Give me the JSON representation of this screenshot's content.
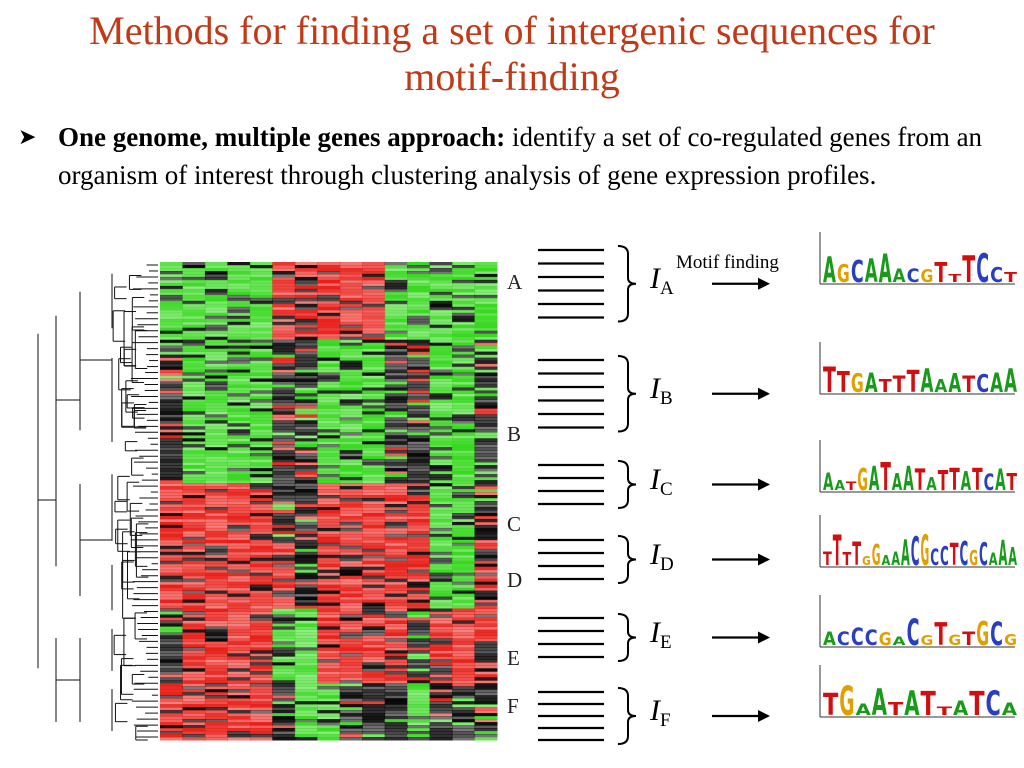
{
  "title": {
    "line1": "Methods for finding a set of intergenic sequences for",
    "line2": "motif-finding"
  },
  "bullet": {
    "bold": "One genome, multiple genes approach:",
    "text": " identify a set of co-regulated genes from an organism of interest through clustering analysis of gene expression profiles."
  },
  "motif_label": "Motif finding",
  "clusters": [
    {
      "letter": "A",
      "label": "I",
      "sub": "A",
      "motif": [
        [
          "A",
          "#1a9a1a"
        ],
        [
          "G",
          "#e0a000"
        ],
        [
          "C",
          "#2a3fc0"
        ],
        [
          "A",
          "#1a9a1a"
        ],
        [
          "A",
          "#1a9a1a"
        ],
        [
          "A",
          "#1a9a1a"
        ],
        [
          "C",
          "#2a3fc0"
        ],
        [
          "G",
          "#e0a000"
        ],
        [
          "T",
          "#d01010"
        ],
        [
          "T",
          "#d01010"
        ],
        [
          "T",
          "#d01010"
        ],
        [
          "C",
          "#2a3fc0"
        ],
        [
          "C",
          "#2a3fc0"
        ],
        [
          "T",
          "#d01010"
        ]
      ]
    },
    {
      "letter": "B",
      "label": "I",
      "sub": "B",
      "motif": [
        [
          "T",
          "#d01010"
        ],
        [
          "T",
          "#d01010"
        ],
        [
          "G",
          "#e0a000"
        ],
        [
          "A",
          "#1a9a1a"
        ],
        [
          "T",
          "#d01010"
        ],
        [
          "T",
          "#d01010"
        ],
        [
          "T",
          "#d01010"
        ],
        [
          "A",
          "#1a9a1a"
        ],
        [
          "A",
          "#1a9a1a"
        ],
        [
          "A",
          "#1a9a1a"
        ],
        [
          "T",
          "#d01010"
        ],
        [
          "C",
          "#2a3fc0"
        ],
        [
          "A",
          "#1a9a1a"
        ],
        [
          "A",
          "#1a9a1a"
        ]
      ]
    },
    {
      "letter": "C",
      "label": "I",
      "sub": "C",
      "motif": [
        [
          "A",
          "#1a9a1a"
        ],
        [
          "A",
          "#1a9a1a"
        ],
        [
          "T",
          "#d01010"
        ],
        [
          "G",
          "#e0a000"
        ],
        [
          "A",
          "#1a9a1a"
        ],
        [
          "T",
          "#d01010"
        ],
        [
          "A",
          "#1a9a1a"
        ],
        [
          "A",
          "#1a9a1a"
        ],
        [
          "T",
          "#d01010"
        ],
        [
          "A",
          "#1a9a1a"
        ],
        [
          "T",
          "#d01010"
        ],
        [
          "T",
          "#d01010"
        ],
        [
          "A",
          "#1a9a1a"
        ],
        [
          "T",
          "#d01010"
        ],
        [
          "C",
          "#2a3fc0"
        ],
        [
          "A",
          "#1a9a1a"
        ],
        [
          "T",
          "#d01010"
        ]
      ]
    },
    {
      "letter": "D",
      "label": "I",
      "sub": "D",
      "motif": [
        [
          "T",
          "#d01010"
        ],
        [
          "T",
          "#d01010"
        ],
        [
          "T",
          "#d01010"
        ],
        [
          "T",
          "#d01010"
        ],
        [
          "G",
          "#e0a000"
        ],
        [
          "G",
          "#e0a000"
        ],
        [
          "A",
          "#1a9a1a"
        ],
        [
          "A",
          "#1a9a1a"
        ],
        [
          "A",
          "#1a9a1a"
        ],
        [
          "C",
          "#2a3fc0"
        ],
        [
          "G",
          "#e0a000"
        ],
        [
          "C",
          "#2a3fc0"
        ],
        [
          "C",
          "#2a3fc0"
        ],
        [
          "T",
          "#d01010"
        ],
        [
          "C",
          "#2a3fc0"
        ],
        [
          "G",
          "#e0a000"
        ],
        [
          "C",
          "#2a3fc0"
        ],
        [
          "A",
          "#1a9a1a"
        ],
        [
          "A",
          "#1a9a1a"
        ],
        [
          "A",
          "#1a9a1a"
        ]
      ]
    },
    {
      "letter": "E",
      "label": "I",
      "sub": "E",
      "motif": [
        [
          "A",
          "#1a9a1a"
        ],
        [
          "C",
          "#2a3fc0"
        ],
        [
          "C",
          "#2a3fc0"
        ],
        [
          "C",
          "#2a3fc0"
        ],
        [
          "G",
          "#e0a000"
        ],
        [
          "A",
          "#1a9a1a"
        ],
        [
          "C",
          "#2a3fc0"
        ],
        [
          "G",
          "#e0a000"
        ],
        [
          "T",
          "#d01010"
        ],
        [
          "G",
          "#e0a000"
        ],
        [
          "T",
          "#d01010"
        ],
        [
          "G",
          "#e0a000"
        ],
        [
          "C",
          "#2a3fc0"
        ],
        [
          "G",
          "#e0a000"
        ]
      ]
    },
    {
      "letter": "F",
      "label": "I",
      "sub": "F",
      "motif": [
        [
          "T",
          "#d01010"
        ],
        [
          "G",
          "#e0a000"
        ],
        [
          "A",
          "#1a9a1a"
        ],
        [
          "A",
          "#1a9a1a"
        ],
        [
          "T",
          "#d01010"
        ],
        [
          "A",
          "#1a9a1a"
        ],
        [
          "T",
          "#d01010"
        ],
        [
          "T",
          "#d01010"
        ],
        [
          "A",
          "#1a9a1a"
        ],
        [
          "T",
          "#d01010"
        ],
        [
          "C",
          "#2a3fc0"
        ],
        [
          "A",
          "#1a9a1a"
        ]
      ]
    }
  ],
  "heatmap_colors": {
    "up": "#e8201a",
    "down": "#38d820",
    "neutral": "#080808"
  }
}
